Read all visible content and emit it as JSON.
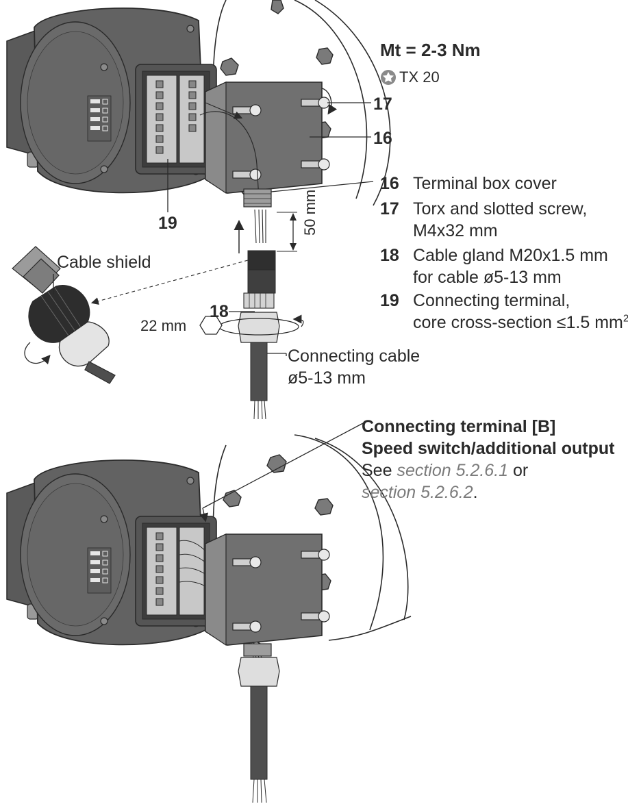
{
  "torque": {
    "label": "Mt = 2-3 Nm",
    "tool_icon": "torx-star-icon",
    "tool_label": "TX 20"
  },
  "callouts": {
    "c16": "16",
    "c17": "17",
    "c18": "18",
    "c19": "19"
  },
  "dimensions": {
    "cable_pull": "50 mm",
    "hex_size": "22 mm"
  },
  "labels": {
    "cable_shield": "Cable shield",
    "connecting_cable_line1": "Connecting cable",
    "connecting_cable_line2": "ø5-13 mm"
  },
  "legend": [
    {
      "num": "16",
      "line1": "Terminal box cover",
      "line2": ""
    },
    {
      "num": "17",
      "line1": "Torx and slotted screw,",
      "line2": "M4x32 mm"
    },
    {
      "num": "18",
      "line1": "Cable gland M20x1.5 mm",
      "line2": "for cable ø5-13 mm"
    },
    {
      "num": "19",
      "line1": "Connecting terminal,",
      "line2": "core cross-section ≤1.5 mm",
      "line2_sup": "2"
    }
  ],
  "terminal_b": {
    "title1": "Connecting terminal [B]",
    "title2": "Speed switch/additional output",
    "see_prefix": "See ",
    "see_link1": "section 5.2.6.1",
    "see_mid": " or",
    "see_link2": "section 5.2.6.2",
    "see_suffix": "."
  },
  "colors": {
    "housing": "#5f5f5f",
    "housing_light": "#7d7d7d",
    "housing_dark": "#3e3e3e",
    "terminal": "#c9c9c9",
    "line": "#2a2a2a",
    "link_gray": "#7b7b7b"
  }
}
